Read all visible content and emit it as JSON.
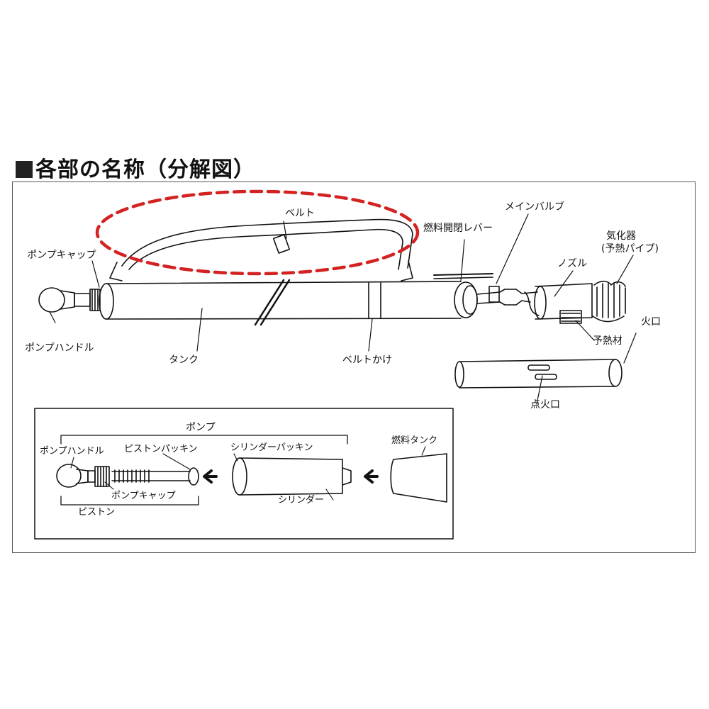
{
  "heading": "各部の名称（分解図）",
  "labels": {
    "belt": "ベルト",
    "fuel_lever": "燃料開閉レバー",
    "main_valve": "メインバルブ",
    "vaporizer": "気化器",
    "vaporizer_sub": "(予熱パイプ)",
    "nozzle": "ノズル",
    "pump_cap": "ポンプキャップ",
    "pump_handle": "ポンプハンドル",
    "tank": "タンク",
    "belt_hook": "ベルトかけ",
    "preheat_material": "予熱材",
    "burner_mouth": "火口",
    "ignition_port": "点火口"
  },
  "inset": {
    "pump": "ポンプ",
    "pump_handle": "ポンプハンドル",
    "piston_packing": "ピストンパッキン",
    "cylinder_packing": "シリンダーパッキン",
    "fuel_tank": "燃料タンク",
    "pump_cap": "ポンプキャップ",
    "cylinder": "シリンダー",
    "piston": "ピストン"
  },
  "colors": {
    "highlight": "#d42222",
    "line": "#111111",
    "frame": "#555555"
  }
}
